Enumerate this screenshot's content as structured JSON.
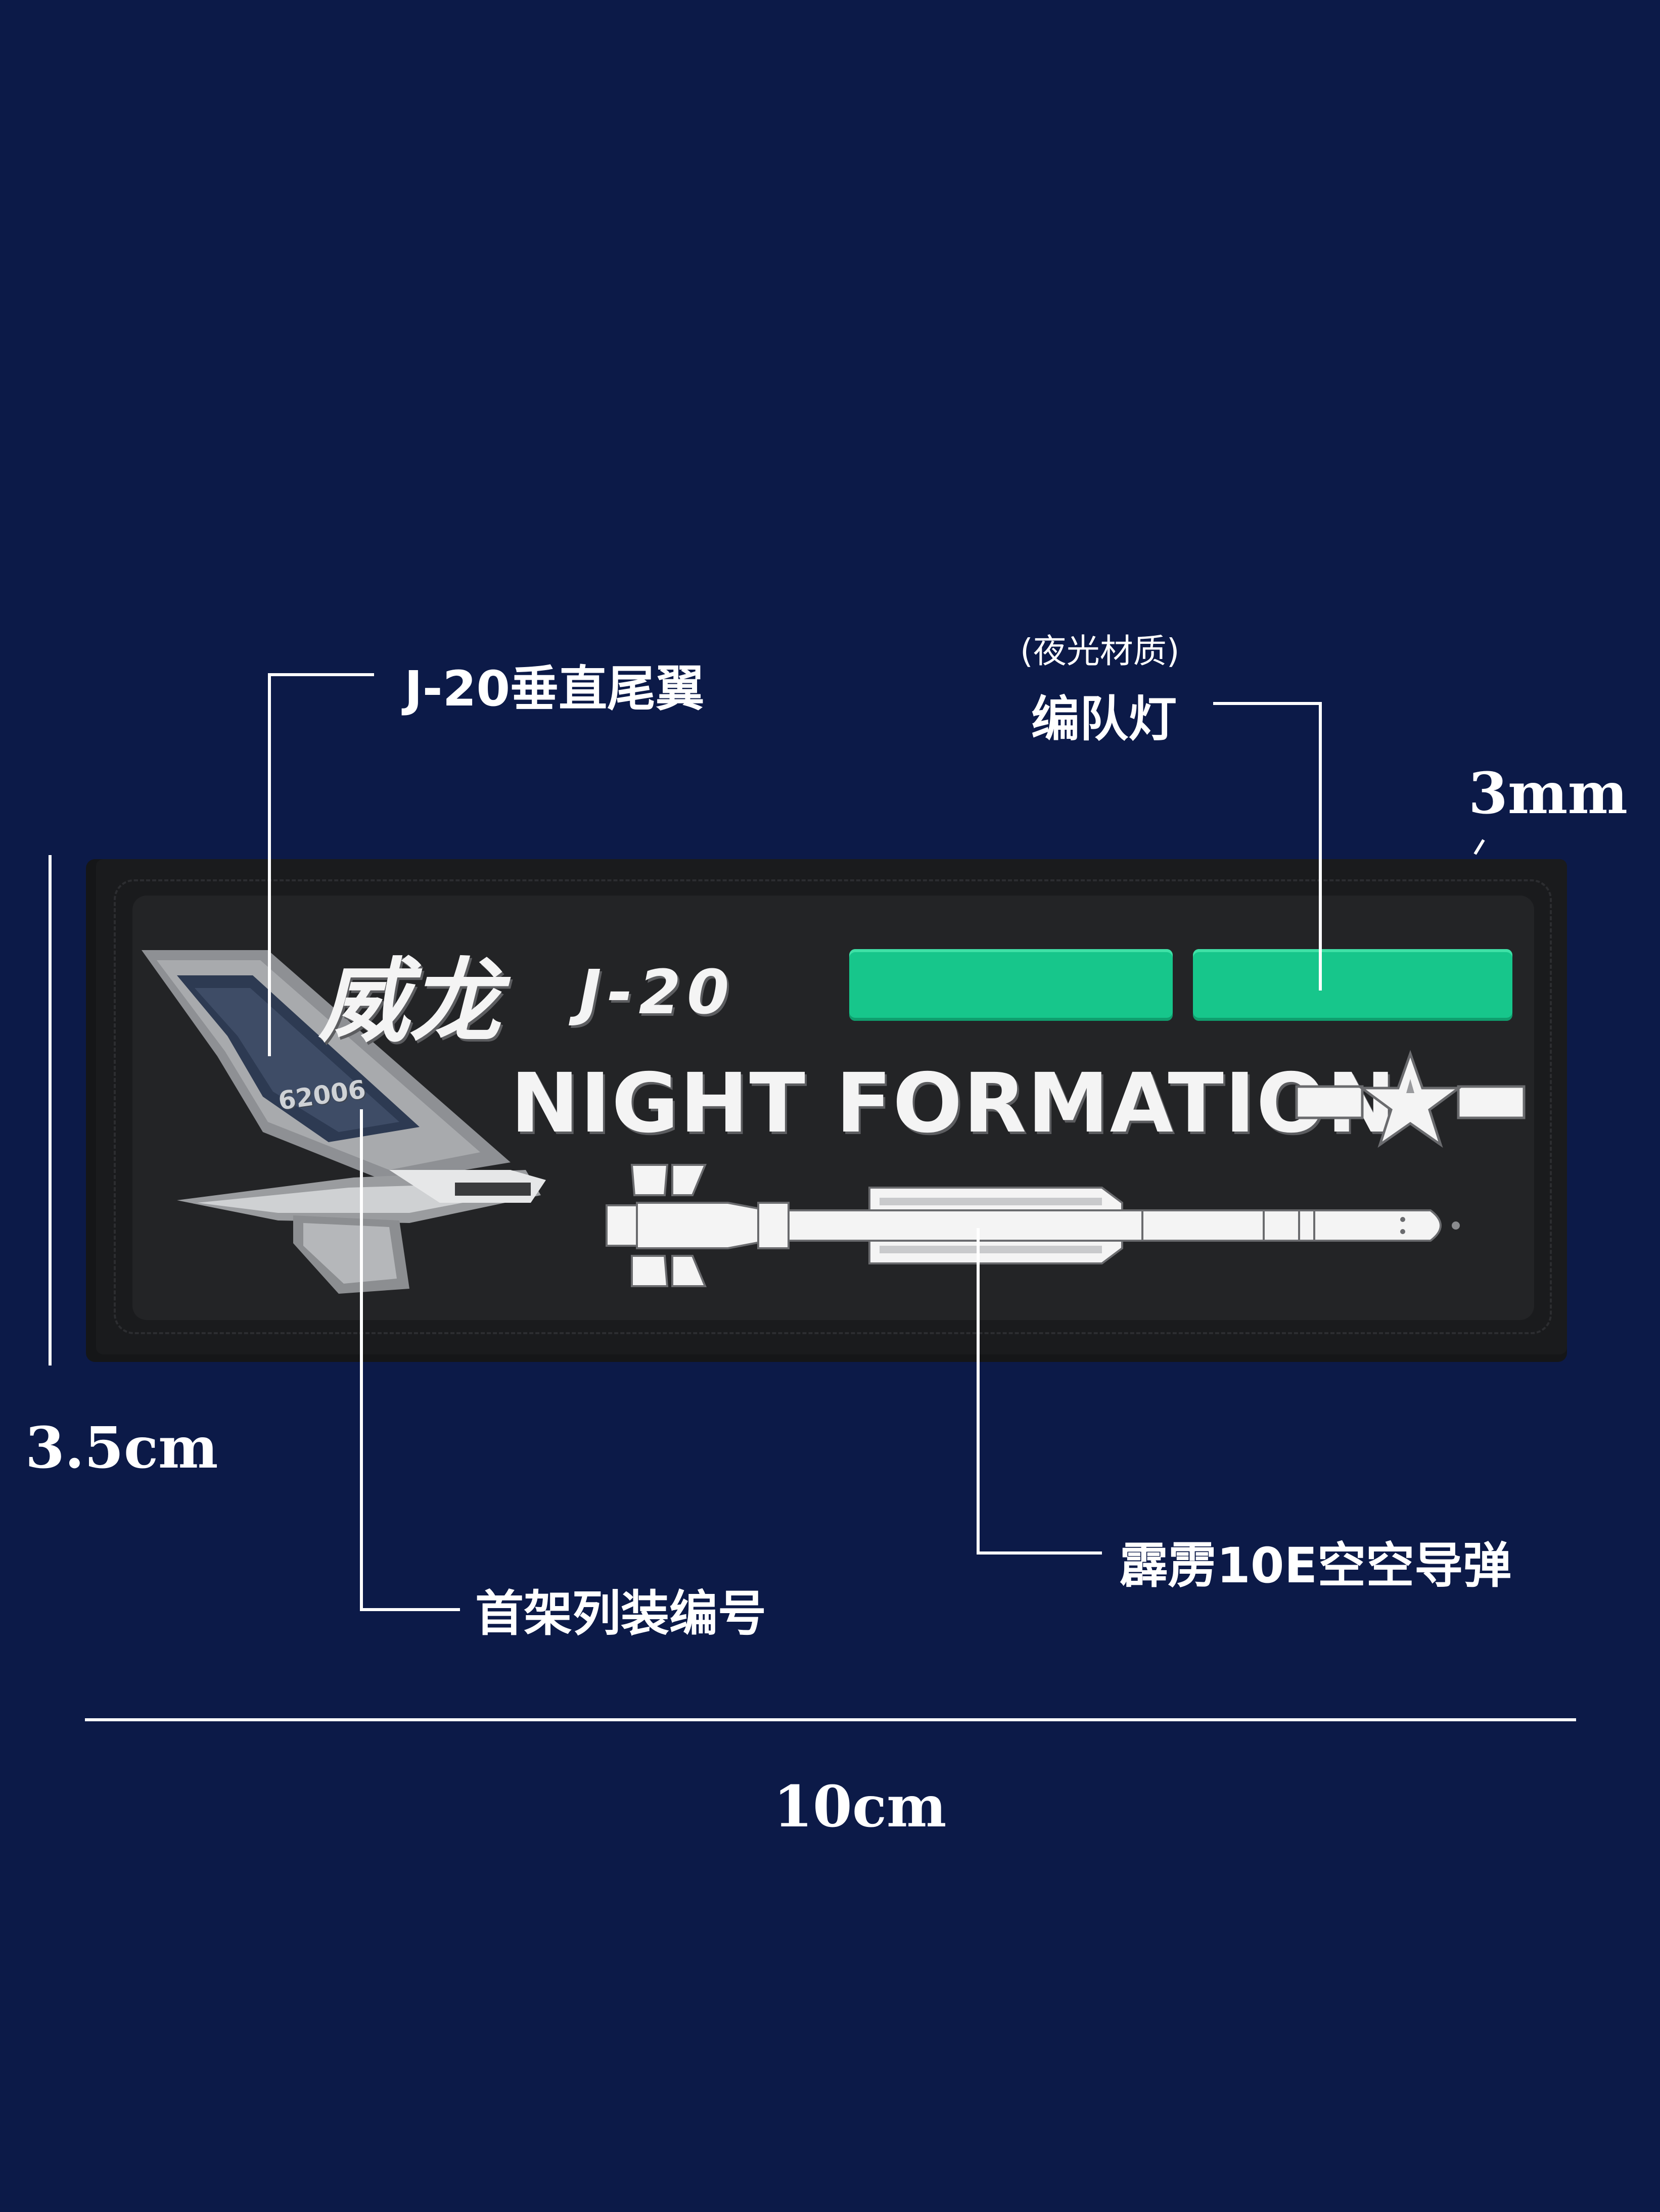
{
  "labels": {
    "tail": "J-20垂直尾翼",
    "lamp_note": "(夜光材质)",
    "lamp": "编队灯",
    "serial": "首架列装编号",
    "missile": "霹雳10E空空导弹"
  },
  "dimensions": {
    "thickness": "3mm",
    "height": "3.5cm",
    "width": "10cm"
  },
  "patch": {
    "title_cn": "威龙",
    "model": "J-20",
    "subtitle": "NIGHT FORMATION",
    "tail_number": "62006"
  },
  "colors": {
    "background": "#0c1a48",
    "patch": "#1a1b1d",
    "glow": "#17c68b",
    "text": "#ffffff"
  }
}
